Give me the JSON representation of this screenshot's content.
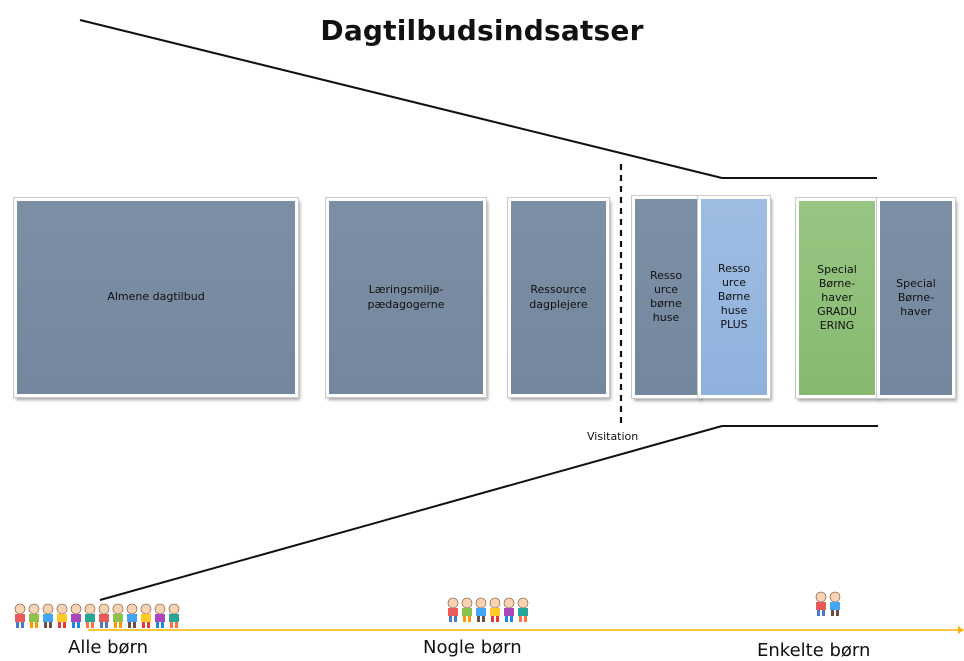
{
  "title": "Dagtilbudsindsatser",
  "boxes": [
    {
      "key": "almene",
      "label": "Almene dagtilbud",
      "color": "#7d8fa5"
    },
    {
      "key": "laerings",
      "label": "Læringsmiljø-\npædagogerne",
      "color": "#7d8fa5"
    },
    {
      "key": "ressource-dagplejere",
      "label": "Ressource\ndagplejere",
      "color": "#7d8fa5"
    },
    {
      "key": "ressource-boernehuse",
      "label": "Resso\nurce\nbørne\nhuse",
      "color": "#7d8fa5"
    },
    {
      "key": "ressource-boernehuse-plus",
      "label": "Resso\nurce\nBørne\nhuse\nPLUS",
      "color": "#9fbde3"
    },
    {
      "key": "special-graduering",
      "label": "Special\nBørne-\nhaver\nGRADU\nERING",
      "color": "#98c683"
    },
    {
      "key": "special-boernehaver",
      "label": "Special\nBørne-\nhaver",
      "color": "#7d8fa5"
    }
  ],
  "visitation_label": "Visitation",
  "bottom": {
    "alle": "Alle børn",
    "nogle": "Nogle børn",
    "enkelte": "Enkelte børn"
  },
  "colors": {
    "arrow": "#f5b300",
    "lines": "#111111"
  },
  "icons": [
    "children-row-icon-large",
    "children-row-icon-medium",
    "children-row-icon-small"
  ]
}
